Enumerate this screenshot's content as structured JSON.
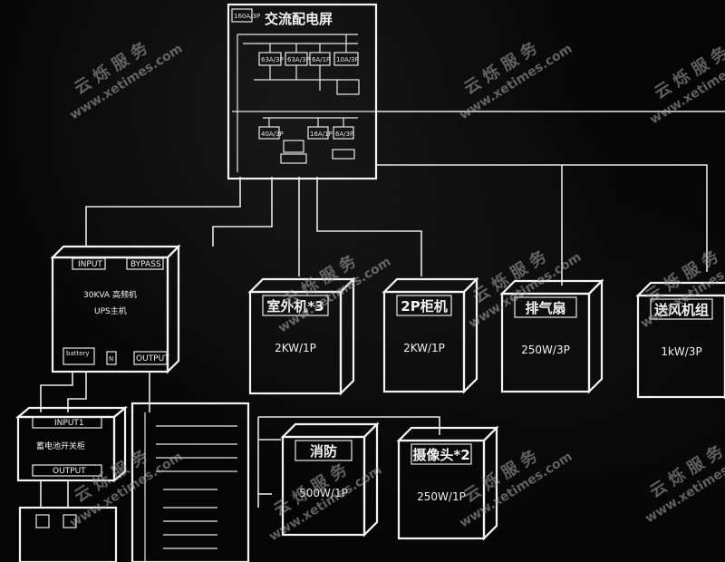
{
  "panel": {
    "title": "交流配电屏",
    "breaker_main": "160A/3P",
    "breakers_row1": [
      "63A/3P",
      "63A/3P",
      "6A/1P",
      "10A/3P"
    ],
    "breakers_row2": [
      "40A/3P",
      "16A/1P",
      "6A/3P"
    ]
  },
  "ups": {
    "input_label": "INPUT",
    "bypass_label": "BYPASS",
    "line1": "30KVA 高频机",
    "line2": "UPS主机",
    "battery_label": "battery",
    "n_label": "N",
    "output_label": "OUTPUT"
  },
  "battery_switch": {
    "input_label": "INPUT1",
    "name": "蓄电池开关柜",
    "output_label": "OUTPUT"
  },
  "loads": [
    {
      "name": "室外机*3",
      "spec": "2KW/1P"
    },
    {
      "name": "2P柜机",
      "spec": "2KW/1P"
    },
    {
      "name": "排气扇",
      "spec": "250W/3P"
    },
    {
      "name": "送风机组",
      "spec": "1kW/3P"
    },
    {
      "name": "消防",
      "spec": "500W/1P"
    },
    {
      "name": "摄像头*2",
      "spec": "250W/1P"
    }
  ],
  "watermark": {
    "brand": "云 烁 服 务",
    "url": "www.xetimes.com"
  }
}
